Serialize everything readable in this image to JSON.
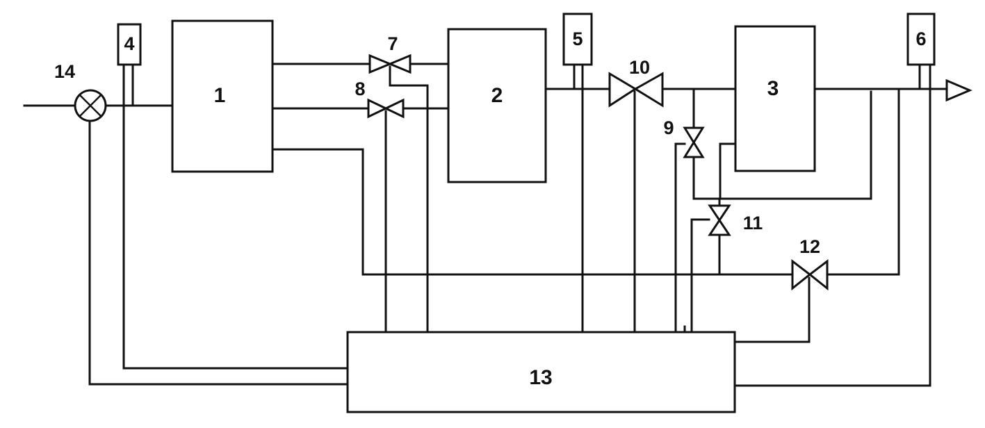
{
  "blocks": {
    "b1": "1",
    "b2": "2",
    "b3": "3",
    "b13": "13"
  },
  "sensors": {
    "s4": "4",
    "s5": "5",
    "s6": "6"
  },
  "valves": {
    "v7": "7",
    "v8": "8",
    "v9": "9",
    "v10": "10",
    "v11": "11",
    "v12": "12"
  },
  "mixer": {
    "m14": "14"
  }
}
